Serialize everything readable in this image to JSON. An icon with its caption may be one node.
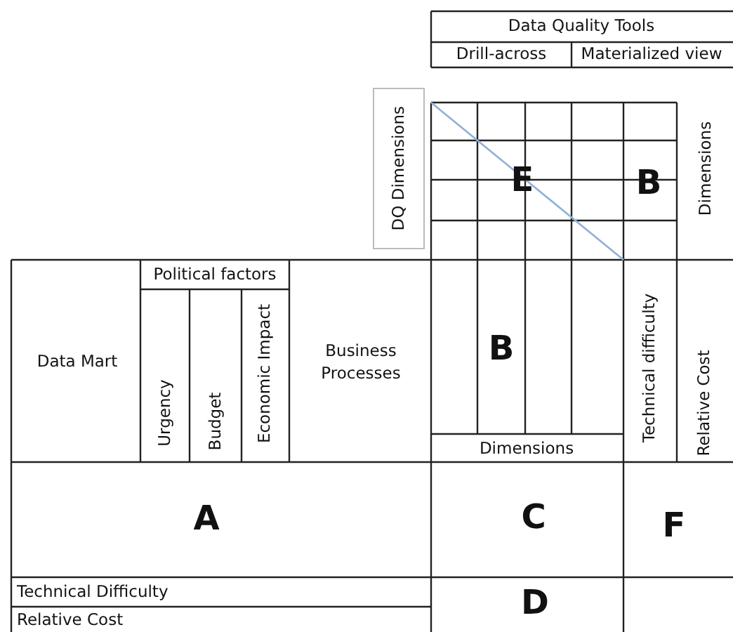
{
  "diagram": {
    "labels": [
      "Data Quality Tools",
      "Drill-across",
      "Materialized view",
      "DQ Dimensions",
      "E",
      "B",
      "Dimensions",
      "Political factors",
      "Data Mart",
      "Business Processes",
      "Urgency",
      "Budget",
      "Economic Impact",
      "B",
      "Technical difficulty",
      "Relative Cost",
      "Dimensions",
      "A",
      "C",
      "F",
      "Technical Difficulty",
      "D",
      "Relative Cost"
    ]
  }
}
